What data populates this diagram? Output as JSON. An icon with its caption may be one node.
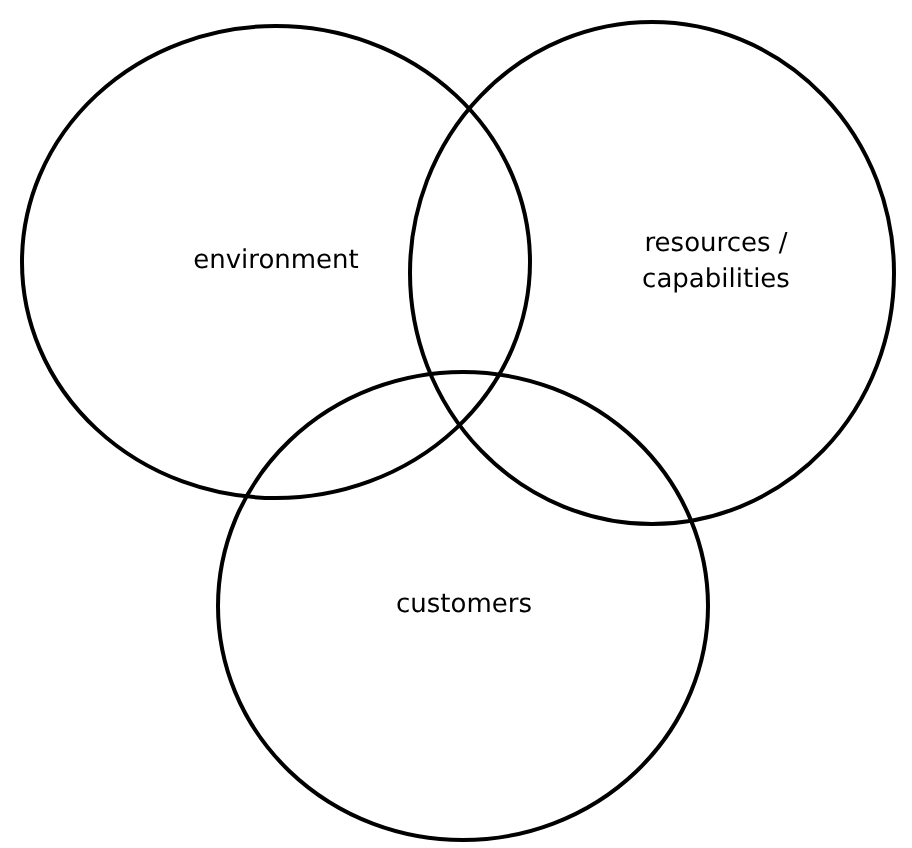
{
  "diagram": {
    "nodes": [
      {
        "text": [
          "environment"
        ]
      },
      {
        "text": [
          "resources / capabilities"
        ]
      },
      {
        "text": [
          "customers"
        ]
      }
    ]
  }
}
